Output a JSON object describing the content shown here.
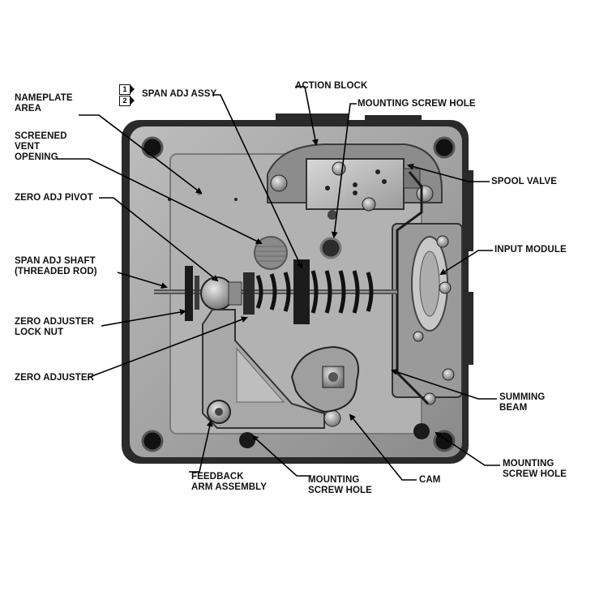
{
  "labels": {
    "nameplate_area": [
      "NAMEPLATE",
      "AREA"
    ],
    "screened_vent_opening": [
      "SCREENED",
      "VENT",
      "OPENING"
    ],
    "zero_adj_pivot": [
      "ZERO ADJ PIVOT"
    ],
    "span_adj_shaft": [
      "SPAN ADJ SHAFT",
      "(THREADED ROD)"
    ],
    "zero_adjuster_lock_nut": [
      "ZERO ADJUSTER",
      "LOCK NUT"
    ],
    "zero_adjuster": [
      "ZERO ADJUSTER"
    ],
    "span_adj_assy": [
      "SPAN ADJ ASSY"
    ],
    "action_block": [
      "ACTION BLOCK"
    ],
    "mounting_screw_hole_top": [
      "MOUNTING SCREW HOLE"
    ],
    "spool_valve": [
      "SPOOL VALVE"
    ],
    "input_module": [
      "INPUT MODULE"
    ],
    "summing_beam": [
      "SUMMING",
      "BEAM"
    ],
    "mounting_screw_hole_right": [
      "MOUNTING",
      "SCREW HOLE"
    ],
    "cam": [
      "CAM"
    ],
    "mounting_screw_hole_bottom": [
      "MOUNTING",
      "SCREW HOLE"
    ],
    "feedback_arm_assembly": [
      "FEEDBACK",
      "ARM ASSEMBLY"
    ]
  },
  "note_markers": [
    "1",
    "2"
  ]
}
